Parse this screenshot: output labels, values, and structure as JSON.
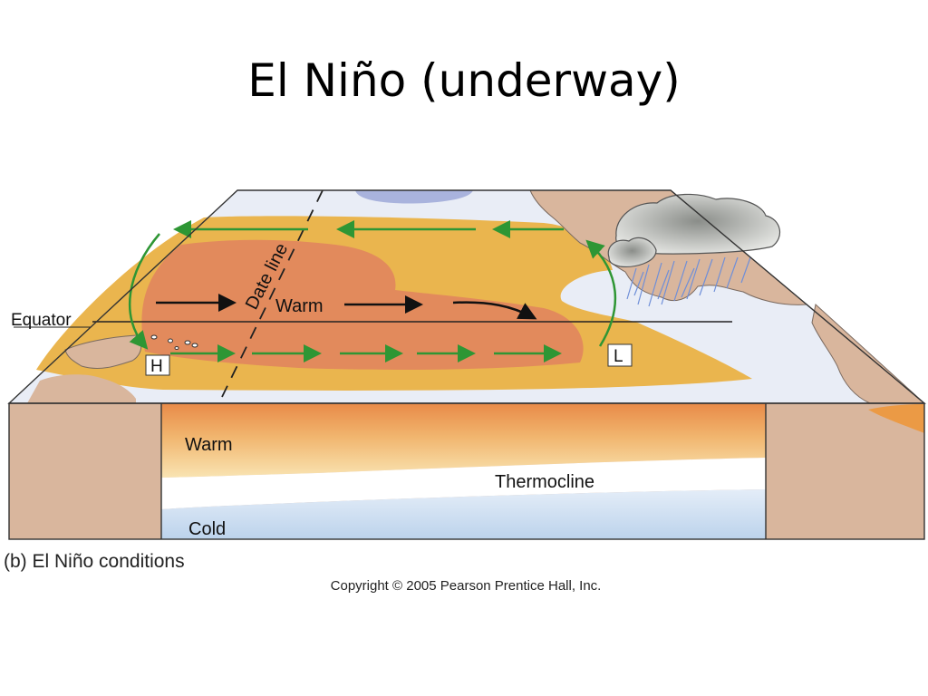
{
  "title": "El Niño (underway)",
  "diagram": {
    "labels": {
      "equator": "Equator",
      "date_line": "Date line",
      "warm_surface": "Warm",
      "high_pressure": "H",
      "low_pressure": "L",
      "warm_subsurface": "Warm",
      "thermocline": "Thermocline",
      "cold": "Cold"
    },
    "colors": {
      "ocean_pale": "#e9edf6",
      "warm_yellow": "#eab54e",
      "warm_core": "#e28a5c",
      "land": "#d9b69d",
      "wind_arrow": "#2e9634",
      "current_arrow": "#111111",
      "cold_water": "#c8dbef"
    }
  },
  "caption": "(b) El Niño conditions",
  "copyright": "Copyright © 2005 Pearson Prentice Hall, Inc."
}
